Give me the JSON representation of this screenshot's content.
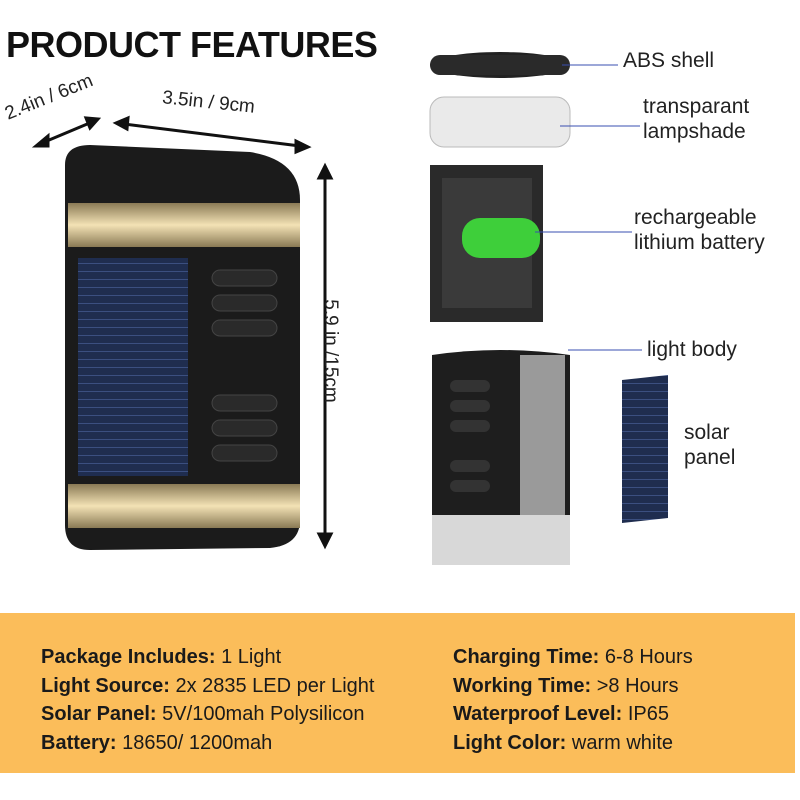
{
  "title": "PRODUCT FEATURES",
  "dimensions": {
    "depth": "2.4in / 6cm",
    "width": "3.5in / 9cm",
    "height": "5.9 in /15cm"
  },
  "parts": {
    "abs_shell": "ABS shell",
    "lampshade": [
      "transparant",
      "lampshade"
    ],
    "battery": [
      "rechargeable",
      "lithium battery"
    ],
    "light_body": "light body",
    "solar_panel": [
      "solar",
      "panel"
    ]
  },
  "colors": {
    "panel_bg": "#fbbd5a",
    "battery": "#3ecf3a",
    "leader_line": "#3a4fb0"
  },
  "specs_left": [
    {
      "label": "Package Includes:",
      "value": "1 Light"
    },
    {
      "label": "Light Source:",
      "value": "2x 2835 LED per Light"
    },
    {
      "label": "Solar Panel:",
      "value": "5V/100mah Polysilicon"
    },
    {
      "label": "Battery:",
      "value": "18650/ 1200mah"
    }
  ],
  "specs_right": [
    {
      "label": "Charging Time:",
      "value": "6-8 Hours"
    },
    {
      "label": "Working Time:",
      "value": ">8 Hours"
    },
    {
      "label": "Waterproof Level:",
      "value": "IP65"
    },
    {
      "label": "Light Color:",
      "value": "warm white"
    }
  ]
}
